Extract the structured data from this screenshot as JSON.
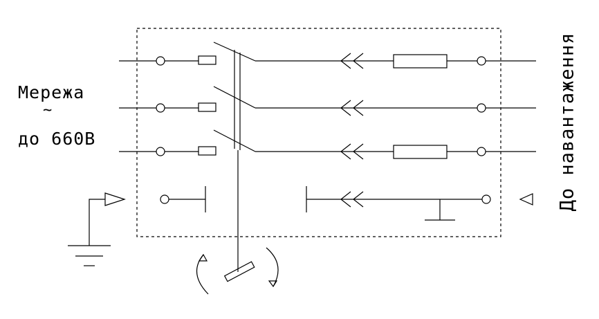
{
  "labels": {
    "network": "Мережа",
    "tilde": "~",
    "voltage": "до 660В",
    "load": "До навантаження"
  }
}
